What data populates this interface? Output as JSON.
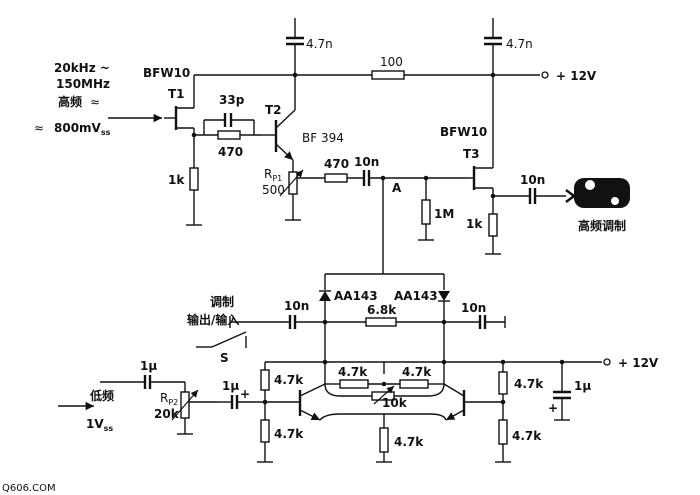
{
  "input_hf": {
    "freq_line1": "20kHz ~",
    "freq_line2": "150MHz",
    "label": "高频",
    "level": "800mV",
    "level_sub": "ss"
  },
  "input_lf": {
    "label": "低频",
    "level": "1V",
    "level_sub": "ss"
  },
  "output": {
    "label": "高频调制"
  },
  "switch": {
    "line1": "调制",
    "line2": "输出/输入",
    "name": "S"
  },
  "transistors": {
    "t1_type": "BFW10",
    "t1_name": "T1",
    "t2_name": "T2",
    "t2_type": "BF 394",
    "t3_type": "BFW10",
    "t3_name": "T3"
  },
  "diodes": {
    "d1": "AA143",
    "d2": "AA143"
  },
  "supply": {
    "top": "+ 12V",
    "bottom": "+ 12V"
  },
  "node": "A",
  "components": {
    "c_t2_decouple": "4.7n",
    "c_t3_decouple": "4.7n",
    "r_supply": "100",
    "c_fb": "33p",
    "r_fb": "470",
    "r_t1_src": "1k",
    "rp1_name": "R",
    "rp1_sub": "P1",
    "rp1_val": "500",
    "r_mid": "470",
    "c_mid": "10n",
    "r_1m": "1M",
    "r_t3_src": "1k",
    "c_out": "10n",
    "c_left": "10n",
    "r_6k8": "6.8k",
    "c_right": "10n",
    "c_lf1": "1μ",
    "rp2_name": "R",
    "rp2_sub": "P2",
    "rp2_val": "20k",
    "c_lf2": "1μ",
    "r_bias_top": "4.7k",
    "r_bias_bot": "4.7k",
    "r_c1": "4.7k",
    "r_c2": "4.7k",
    "r_pot": "10k",
    "r_tail": "4.7k",
    "r_right_top": "4.7k",
    "r_right_bot": "4.7k",
    "c_right_1u": "1μ"
  },
  "watermark": "Q606.COM"
}
